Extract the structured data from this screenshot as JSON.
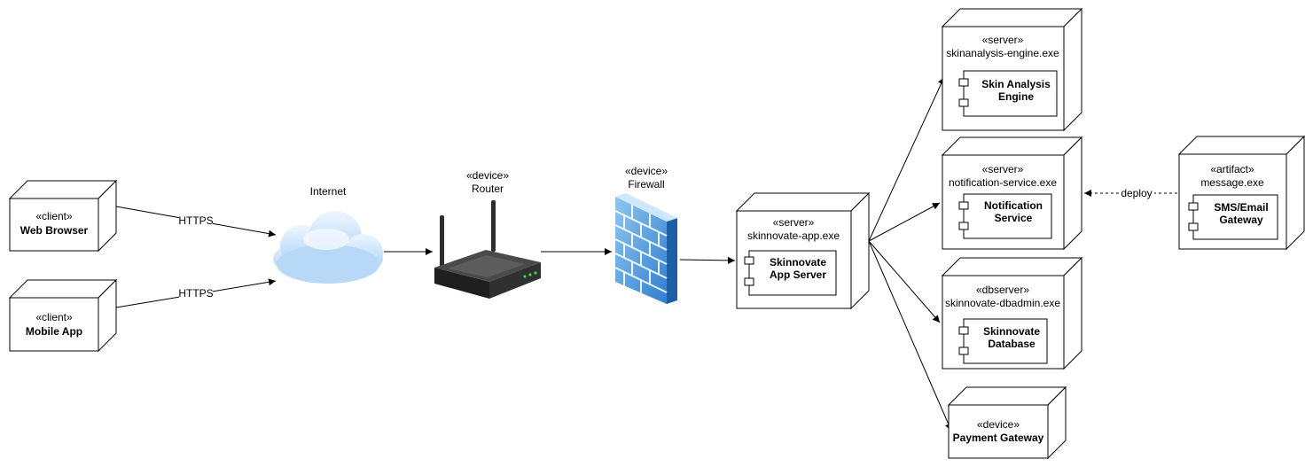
{
  "nodes": {
    "web_browser": {
      "stereotype": "«client»",
      "name": "Web Browser"
    },
    "mobile_app": {
      "stereotype": "«client»",
      "name": "Mobile App"
    },
    "internet": {
      "label": "Internet"
    },
    "router": {
      "stereotype": "«device»",
      "name": "Router"
    },
    "firewall": {
      "stereotype": "«device»",
      "name": "Firewall"
    },
    "app_server": {
      "stereotype": "«server»",
      "name": "skinnovate-app.exe",
      "component_line1": "Skinnovate",
      "component_line2": "App Server"
    },
    "skin_engine": {
      "stereotype": "«server»",
      "name": "skinanalysis-engine.exe",
      "component_line1": "Skin Analysis",
      "component_line2": "Engine"
    },
    "notification": {
      "stereotype": "«server»",
      "name": "notification-service.exe",
      "component_line1": "Notification",
      "component_line2": "Service"
    },
    "dbserver": {
      "stereotype": "«dbserver»",
      "name": "skinnovate-dbadmin.exe",
      "component_line1": "Skinnovate",
      "component_line2": "Database"
    },
    "payment": {
      "stereotype": "«device»",
      "name": "Payment Gateway"
    },
    "artifact": {
      "stereotype": "«artifact»",
      "name": "message.exe",
      "component_line1": "SMS/Email",
      "component_line2": "Gateway"
    }
  },
  "edges": {
    "web_https": "HTTPS",
    "mobile_https": "HTTPS",
    "deploy": "deploy"
  }
}
